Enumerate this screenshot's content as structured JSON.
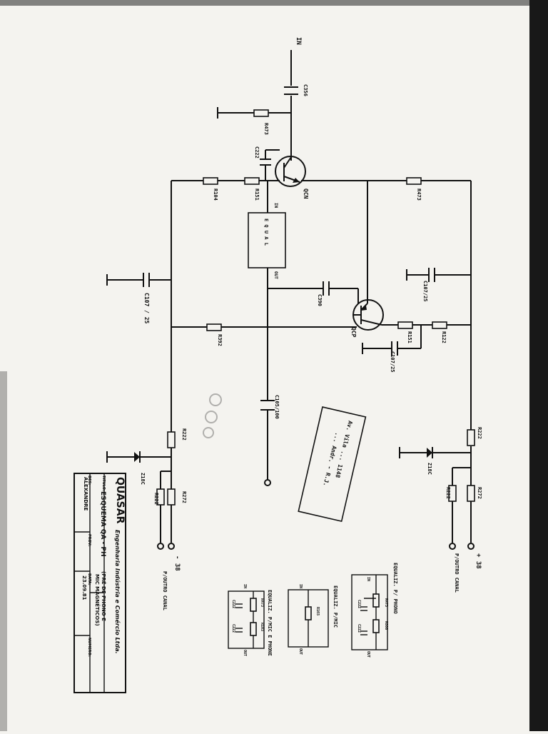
{
  "labels": {
    "in": "IN",
    "c356": "C356",
    "r473_top": "R473",
    "c222": "C222",
    "qcn": "QCN",
    "r104": "R104",
    "r151_top": "R151",
    "r473_right": "R473",
    "in_small": "IN",
    "equal": "E Q U A L",
    "out_small": "OUT",
    "c107_25_left": "C107 / 25",
    "c390": "C390",
    "c107_25_right": "C107/25",
    "qcp": "QCP",
    "r151_mid": "R151",
    "r122_mid": "R122",
    "c107_25_mid": "C107/25",
    "r392": "R392",
    "c105_100": "C105/100",
    "r222_left": "R222",
    "z18c_left": "Z18C",
    "r222_left_b": "R222",
    "r272_left": "R272",
    "minus_38": "- 38",
    "p_outro_left": "P/OUTRO CANAL",
    "r222_right": "R222",
    "z18c_right": "Z18C",
    "r222_right_b": "R222",
    "r272_right": "R272",
    "plus_38": "+ 38",
    "p_outro_right": "P/OUTRO CANAL"
  },
  "stamp": {
    "line1": "Av. Vila ... 1148",
    "line2": "... Andr. - R.J."
  },
  "equaliz": {
    "phono_title": "EQUALIZ. P/ PHONO",
    "phono_r1": "R473",
    "phono_r2": "R886",
    "phono_c1": "C222",
    "phono_c2": "C222",
    "phono_in": "IN",
    "phono_out": "OUT",
    "mic_title": "EQUALIZ. P/MIC",
    "mic_r": "R103",
    "mic_in": "IN",
    "mic_out": "OUT",
    "micphone_title": "EQUALIZ. P/MIC E PHONE",
    "micphone_r1": "R473",
    "micphone_r2": "R103",
    "micphone_c1": "C222",
    "micphone_c2": "C222",
    "micphone_in": "IN",
    "micphone_out": "OUT"
  },
  "title_block": {
    "company": "QUASAR",
    "company_sub": "Engenharia Indústria e Comércio Ltda.",
    "label_titulo": "TITULO:",
    "title": "ESQUEMA QA - PH",
    "subtitle1": "(PRÉ DE PHONO E",
    "subtitle2": "MIC MAGNÉTICOS)",
    "label_des": "DES:",
    "designer": "ALEXANDRE",
    "label_prov": "PROV:",
    "label_data": "DATA:",
    "date": "23.09.81",
    "label_numero": "NUMERO:"
  }
}
